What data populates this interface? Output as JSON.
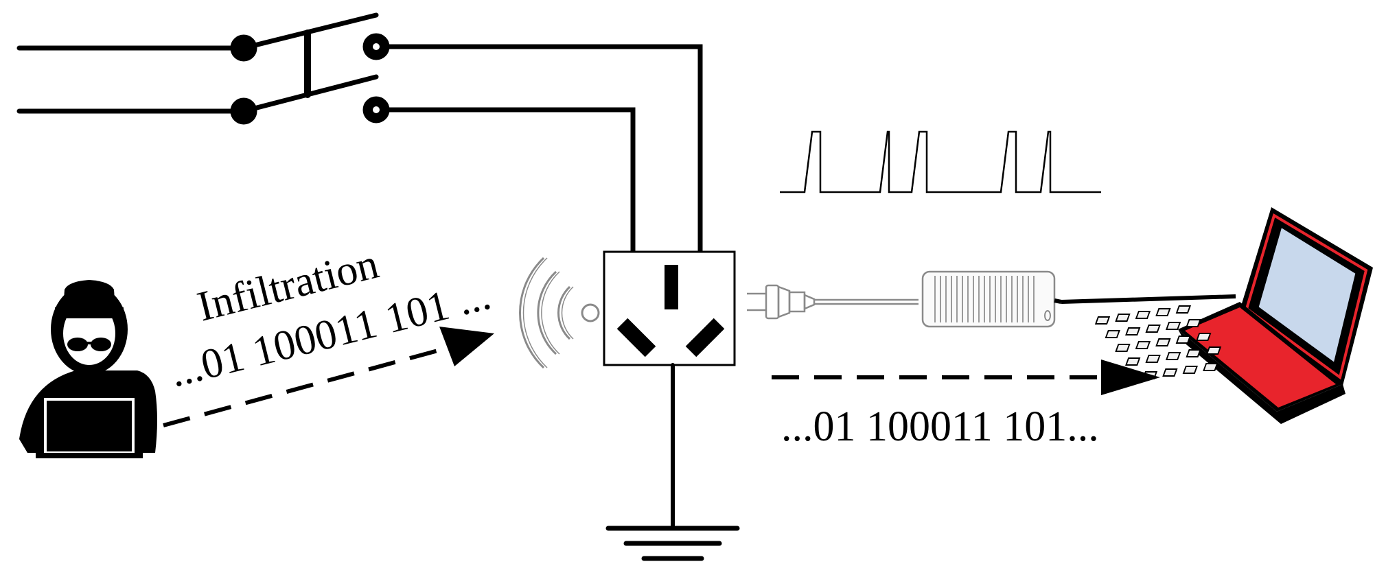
{
  "labels": {
    "infiltration": "Infiltration",
    "bits_in": "...01 100011 101 ...",
    "bits_out": "...01 100011 101..."
  },
  "colors": {
    "line": "#000000",
    "laptop_accent": "#e8242c",
    "laptop_screen": "#c8d8ec",
    "charger_gray": "#888888"
  },
  "icons": [
    "power-switch-icon",
    "hacker-icon",
    "wireless-signal-icon",
    "power-outlet-icon",
    "plug-icon",
    "charger-icon",
    "laptop-icon",
    "ground-icon",
    "pulse-waveform"
  ]
}
